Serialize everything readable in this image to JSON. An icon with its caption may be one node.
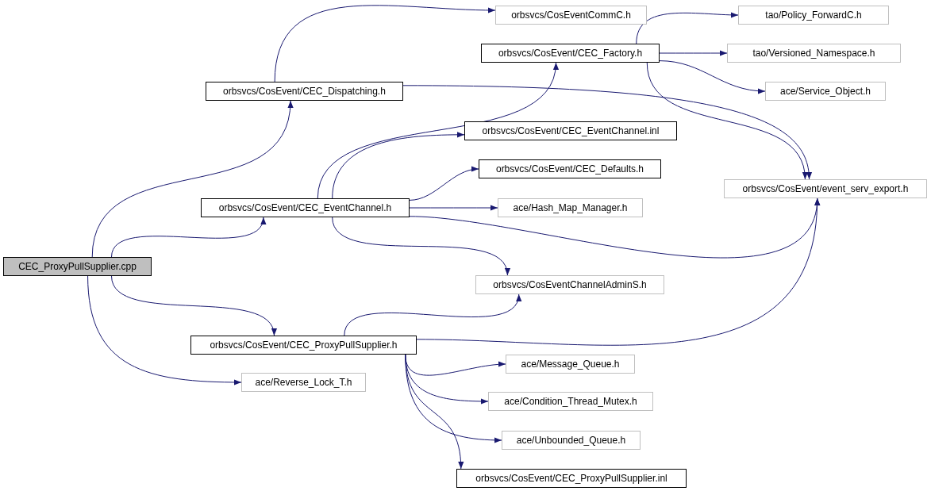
{
  "diagram": {
    "nodes": [
      {
        "text": [
          "CEC_ProxyPullSupplier.cpp"
        ]
      },
      {
        "text": [
          "orbsvcs/CosEvent/CEC_Dispatching.h"
        ]
      },
      {
        "text": [
          "orbsvcs/CosEventCommC.h"
        ]
      },
      {
        "text": [
          "orbsvcs/CosEvent/CEC_Factory.h"
        ]
      },
      {
        "text": [
          "tao/Policy_ForwardC.h"
        ]
      },
      {
        "text": [
          "tao/Versioned_Namespace.h"
        ]
      },
      {
        "text": [
          "ace/Service_Object.h"
        ]
      },
      {
        "text": [
          "orbsvcs/CosEvent/CEC_EventChannel.h"
        ]
      },
      {
        "text": [
          "orbsvcs/CosEvent/CEC_EventChannel.inl"
        ]
      },
      {
        "text": [
          "orbsvcs/CosEvent/CEC_Defaults.h"
        ]
      },
      {
        "text": [
          "ace/Hash_Map_Manager.h"
        ]
      },
      {
        "text": [
          "orbsvcs/CosEvent/event_serv_export.h"
        ]
      },
      {
        "text": [
          "orbsvcs/CosEventChannelAdminS.h"
        ]
      },
      {
        "text": [
          "orbsvcs/CosEvent/CEC_ProxyPullSupplier.h"
        ]
      },
      {
        "text": [
          "ace/Reverse_Lock_T.h"
        ]
      },
      {
        "text": [
          "ace/Message_Queue.h"
        ]
      },
      {
        "text": [
          "ace/Condition_Thread_Mutex.h"
        ]
      },
      {
        "text": [
          "ace/Unbounded_Queue.h"
        ]
      },
      {
        "text": [
          "orbsvcs/CosEvent/CEC_ProxyPullSupplier.inl"
        ]
      }
    ],
    "edges": [
      {
        "from": 0,
        "to": 1,
        "arrow": "to"
      },
      {
        "from": 0,
        "to": 7,
        "arrow": "to"
      },
      {
        "from": 0,
        "to": 13,
        "arrow": "to"
      },
      {
        "from": 0,
        "to": 14,
        "arrow": "to"
      },
      {
        "from": 1,
        "to": 2,
        "arrow": "to"
      },
      {
        "from": 1,
        "to": 11,
        "arrow": "to"
      },
      {
        "from": 3,
        "to": 4,
        "arrow": "to"
      },
      {
        "from": 3,
        "to": 5,
        "arrow": "to"
      },
      {
        "from": 3,
        "to": 6,
        "arrow": "to"
      },
      {
        "from": 3,
        "to": 11,
        "arrow": "to"
      },
      {
        "from": 7,
        "to": 3,
        "arrow": "to"
      },
      {
        "from": 7,
        "to": 8,
        "arrow": "to"
      },
      {
        "from": 7,
        "to": 9,
        "arrow": "to"
      },
      {
        "from": 7,
        "to": 10,
        "arrow": "to"
      },
      {
        "from": 7,
        "to": 11,
        "arrow": "to"
      },
      {
        "from": 7,
        "to": 12,
        "arrow": "to"
      },
      {
        "from": 13,
        "to": 12,
        "arrow": "to"
      },
      {
        "from": 13,
        "to": 11,
        "arrow": "to"
      },
      {
        "from": 13,
        "to": 15,
        "arrow": "to"
      },
      {
        "from": 13,
        "to": 16,
        "arrow": "to"
      },
      {
        "from": 13,
        "to": 17,
        "arrow": "to"
      },
      {
        "from": 13,
        "to": 18,
        "arrow": "to"
      }
    ]
  }
}
